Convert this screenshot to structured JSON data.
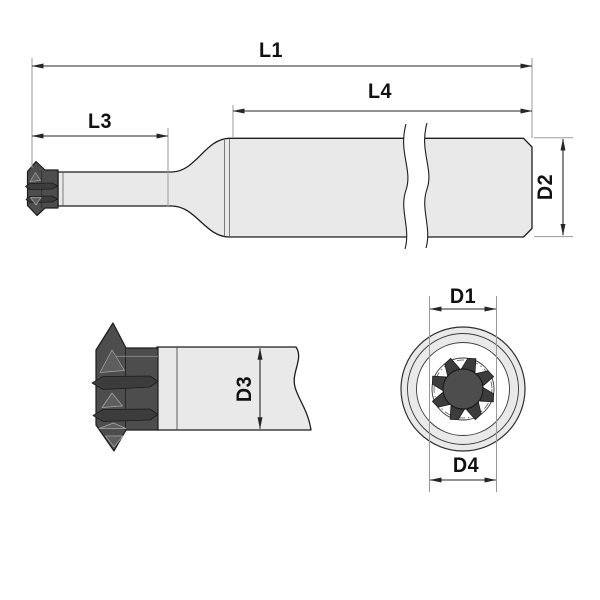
{
  "labels": {
    "l1": "L1",
    "l4": "L4",
    "l3": "L3",
    "d2": "D2",
    "d3": "D3",
    "d1": "D1",
    "d4": "D4"
  },
  "colors": {
    "bg": "#ffffff",
    "body": "#e9e9e9",
    "dark": "#4d4d4d",
    "darker": "#3c3c3c",
    "facet": "#5e5e5e",
    "outline": "#1c1c1c",
    "dim": "#262626",
    "ext": "#9a9a9a",
    "thin": "#7a7a7a",
    "label": "#111111"
  }
}
